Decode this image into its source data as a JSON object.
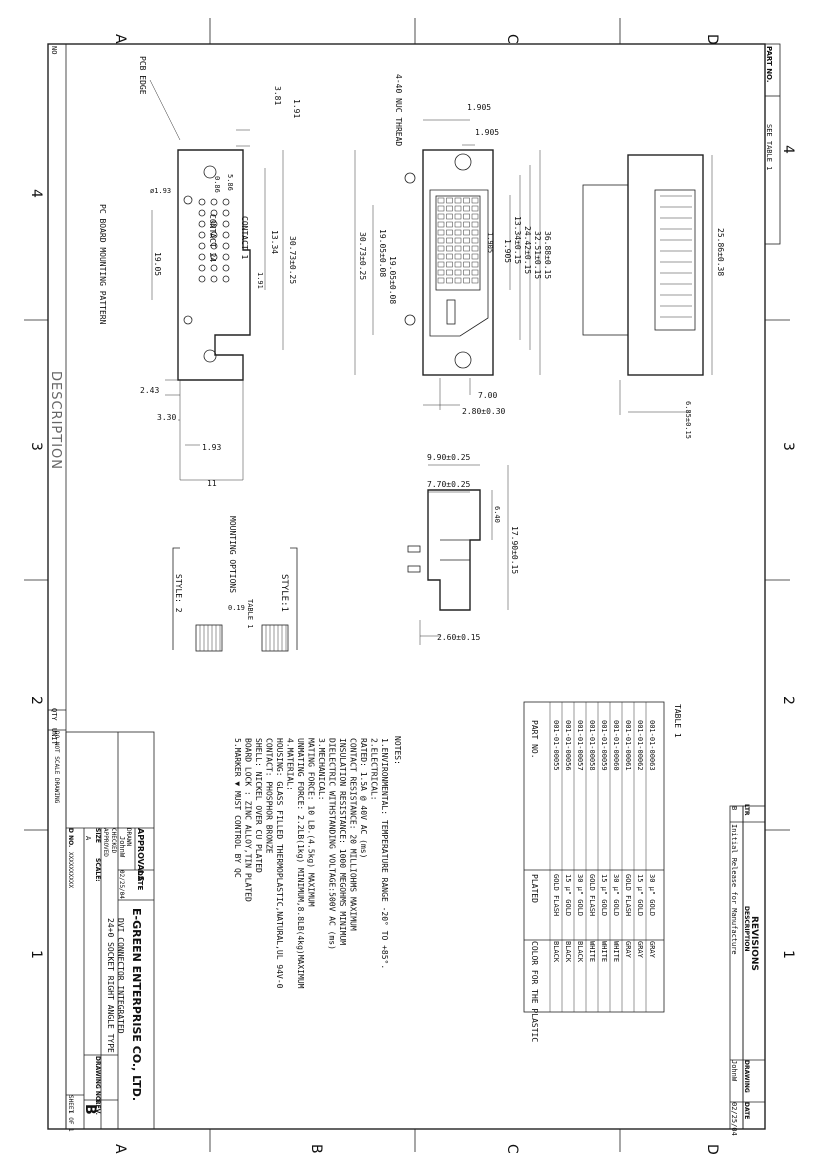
{
  "zones": {
    "top": [
      "A",
      "C",
      "D"
    ],
    "bottom": [
      "A",
      "B",
      "C",
      "D"
    ],
    "left": [
      "4",
      "3",
      "2",
      "1"
    ],
    "right": [
      "4",
      "3",
      "2",
      "1"
    ]
  },
  "title_block": {
    "company": "E-GREEN ENTERPRISE CO., LTD.",
    "title_line1": "DVI CONNECTOR INTEGRATED",
    "title_line2": "24+0 SOCKET RIGHT ANGLE TYPE",
    "approvals_label": "APPROVALS",
    "date_label": "DATE",
    "drawn_label": "DRAWN",
    "drawn_by": "JohnW",
    "drawn_date": "02/25/04",
    "checked_label": "CHECKED",
    "approved_label": "APPROVED",
    "size_label": "SIZE",
    "size_value": "A",
    "scale_label": "SCALE:",
    "drawing_no_label": "DRAWING NO.",
    "rev_label": "REV.",
    "rev_value": "B",
    "dno_label": "D NO.",
    "dno_value": "XXXXXXXXXX",
    "sheet_label": "SHEET",
    "sheet_value": "1 OF 1",
    "no_scale": "DO NOT SCALE DRAWING",
    "qty_label": "QTY",
    "unit_label": "UNIT",
    "no_label": "NO",
    "description_label": "DESCRIPTION"
  },
  "revisions": {
    "heading": "REVISIONS",
    "cols": [
      "LTR",
      "DESCRIPTION",
      "DRAWING",
      "DATE"
    ],
    "row": [
      "B",
      "Initial Release for Manufacture",
      "JohnW",
      "02/25/04"
    ]
  },
  "part_no": {
    "label": "PART NO.",
    "value": "SEE TABLE 1"
  },
  "table": {
    "title": "TABLE 1",
    "headers": [
      "PART NO.",
      "PLATED",
      "COLOR FOR THE PLASTIC"
    ],
    "rows": [
      [
        "001-01-00063",
        "30 μ\" GOLD",
        "GRAY"
      ],
      [
        "001-01-00062",
        "15 μ\" GOLD",
        "GRAY"
      ],
      [
        "001-01-00061",
        "GOLD FLASH",
        "GRAY"
      ],
      [
        "001-01-00060",
        "30 μ\" GOLD",
        "WHITE"
      ],
      [
        "001-01-00059",
        "15 μ\" GOLD",
        "WHITE"
      ],
      [
        "001-01-00058",
        "GOLD FLASH",
        "WHITE"
      ],
      [
        "001-01-00057",
        "30 μ\" GOLD",
        "BLACK"
      ],
      [
        "001-01-00056",
        "15 μ\" GOLD",
        "BLACK"
      ],
      [
        "001-01-00055",
        "GOLD FLASH",
        "BLACK"
      ]
    ]
  },
  "notes": {
    "title": "NOTES:",
    "lines": [
      "1.ENVIRONMENTAL: TEMPERATURE RANGE -20° TO +85°.",
      "2.ELECTRICAL:",
      "   RATED: 1.5A @ 40V AC (ms)",
      "   CONTACT RESISTANCE: 20 MILLIOHMS MAXIMUM",
      "   INSULATION RESISTANCE: 1000 MEGOHMS MINIMUM",
      "   DIELECTRIC WITHSTANDING VOLTAGE:500V AC (ms)",
      "3.MECHANICAL:",
      "   MATING FORCE: 10 LB.(4.5kg) MAXIMUM",
      "   UNMATING FORCE: 2.2LB(1kg) MINIMUM,8.8LB(4kg)MAXIMUM",
      "4.MATERIAL:",
      "   HOUSING: GLASS FILLED THERMOPLASTIC,NATURAL,UL 94V-0",
      "   CONTACT: PHOSPHOR BRONZE",
      "   SHELL: NICKEL OVER CU PLATED",
      "   BOARD LOCK : ZINC ALLOY,TIN PLATED",
      "5.MARKER ▼ MUST CONTROL BY QC"
    ]
  },
  "drawing_labels": {
    "pcb_edge": "PCB EDGE",
    "pc_board_pattern": "PC BOARD MOUNTING PATTERN",
    "contact_1": "CONTACT 1",
    "contact_24": "CONTACT 24",
    "thread": "4-40 NUC THREAD",
    "mounting_options": "MOUNTING OPTIONS",
    "style1": "STYLE:1",
    "style2": "STYLE: 2",
    "table1_ref": "TABLE 1",
    "dims": {
      "d381": "3.81",
      "d191": "1.91",
      "d586": "5.86",
      "d14": "0.86",
      "d193a": "ø1.93",
      "d1334": "13.34",
      "d191b": "1.91",
      "d3073": "30.73±0.25",
      "d1905": "19.05",
      "d243": "2.43",
      "d330": "3.30",
      "d193": "1.93",
      "d11": "11",
      "t1905a": "1.905",
      "t1905b": "1.905",
      "t1905c": "1.905",
      "t1905d": "1.905",
      "t1334": "13.34±0.15",
      "t2442": "24.42±0.15",
      "t3251": "32.51±0.15",
      "t3688": "36.88±0.15",
      "t1905e": "19.05±0.08",
      "t3073": "30.73±0.25",
      "t700": "7.00",
      "t280": "2.80±0.30",
      "s2586": "25.86±0.38",
      "s685": "6.85±0.15",
      "f990": "9.90±0.25",
      "f770": "7.70±0.25",
      "f640": "6.40",
      "f1790": "17.90±0.15",
      "f260": "2.60±0.15",
      "f019": "0.19"
    }
  }
}
